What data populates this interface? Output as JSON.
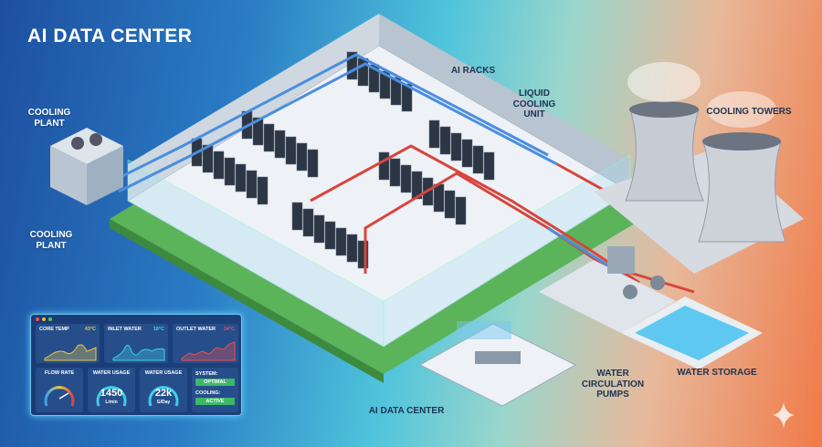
{
  "title": "AI DATA CENTER",
  "labels": {
    "cooling_plant_top": "COOLING PLANT",
    "cooling_plant_bottom": "COOLING PLANT",
    "ai_racks": "AI RACKS",
    "liquid_cooling_unit": "LIQUID COOLING UNIT",
    "cooling_towers": "COOLING TOWERS",
    "water_circulation_pumps": "WATER CIRCULATION PUMPS",
    "water_storage": "WATER STORAGE",
    "ai_data_center_bottom": "AI DATA CENTER"
  },
  "dashboard": {
    "core_temp": {
      "label": "CORE TEMP",
      "value": "43°C",
      "color": "#e8c84a"
    },
    "inlet_water": {
      "label": "INLET WATER",
      "value": "18°C",
      "color": "#3fd0e8"
    },
    "outlet_water": {
      "label": "OUTLET WATER",
      "value": "34°C",
      "color": "#e85050"
    },
    "flow_rate": {
      "label": "FLOW RATE"
    },
    "water_usage_1": {
      "label": "WATER USAGE",
      "value": "1450",
      "unit": "L/min"
    },
    "water_usage_2": {
      "label": "WATER USAGE",
      "value": "22k",
      "unit": "G/Day"
    },
    "system": {
      "label": "SYSTEM:",
      "value": "OPTIMAL"
    },
    "cooling": {
      "label": "COOLING:",
      "value": "ACTIVE"
    }
  },
  "colors": {
    "hot_pipe": "#d8453c",
    "cold_pipe": "#4a8ee0",
    "floor": "#eef2f6",
    "grass": "#5bb35a"
  }
}
